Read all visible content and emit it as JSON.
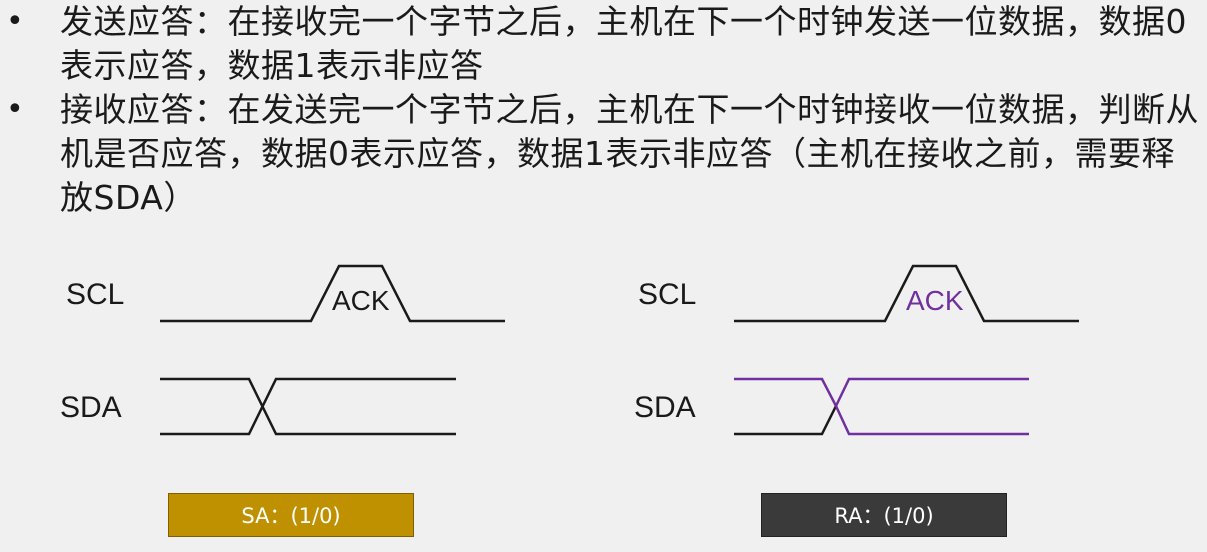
{
  "bullets": [
    {
      "text": "发送应答：在接收完一个字节之后，主机在下一个时钟发送一位数据，数据0表示应答，数据1表示非应答"
    },
    {
      "text": "接收应答：在发送完一个字节之后，主机在下一个时钟接收一位数据，判断从机是否应答，数据0表示应答，数据1表示非应答（主机在接收之前，需要释放SDA）"
    }
  ],
  "bullet_symbol": "•",
  "diagrams": [
    {
      "scl_label": "SCL",
      "sda_label": "SDA",
      "ack_label": "ACK",
      "ack_color": "#1a1a1a",
      "sda_color": "#1a1a1a",
      "box_label": "SA：(1/0)",
      "box_color": "#bf9000"
    },
    {
      "scl_label": "SCL",
      "sda_label": "SDA",
      "ack_label": "ACK",
      "ack_color": "#7030a0",
      "sda_color": "#7030a0",
      "box_label": "RA：(1/0)",
      "box_color": "#3a3a3a"
    }
  ]
}
